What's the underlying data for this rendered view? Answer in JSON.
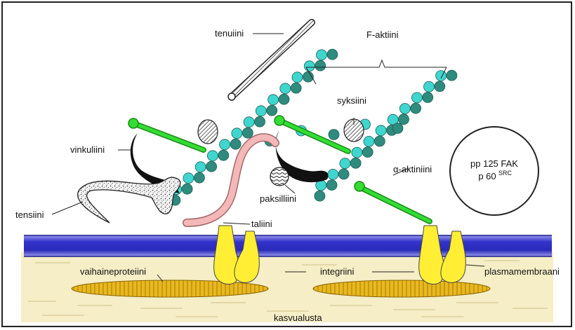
{
  "labels": {
    "tenuiini": "tenuiini",
    "f_aktiini": "F-aktiini",
    "syksiini": "syksiini",
    "vinkuliini": "vinkuliini",
    "alpha_aktiniini": "α-aktiniini",
    "paksilliini": "paksilliini",
    "tensiini": "tensiini",
    "taliini": "taliini",
    "vaihaineproteiini": "vaihaineproteiini",
    "integriini": "integriini",
    "plasmamembraani": "plasmamembraani",
    "kasvualusta": "kasvualusta"
  },
  "circle": {
    "line1": "pp 125 FAK",
    "line2_main": "p 60",
    "line2_sup": "SRC"
  },
  "colors": {
    "actin_dark": "#2e8b7e",
    "actin_light": "#3fd6cf",
    "alpha_actinin": "#22cc22",
    "vinculin": "#111111",
    "talin": "#f4b8b8",
    "integrin": "#ffee33",
    "membrane": "#3333cc",
    "matrix_protein": "#e8b820",
    "substrate": "#f4ecc0"
  }
}
